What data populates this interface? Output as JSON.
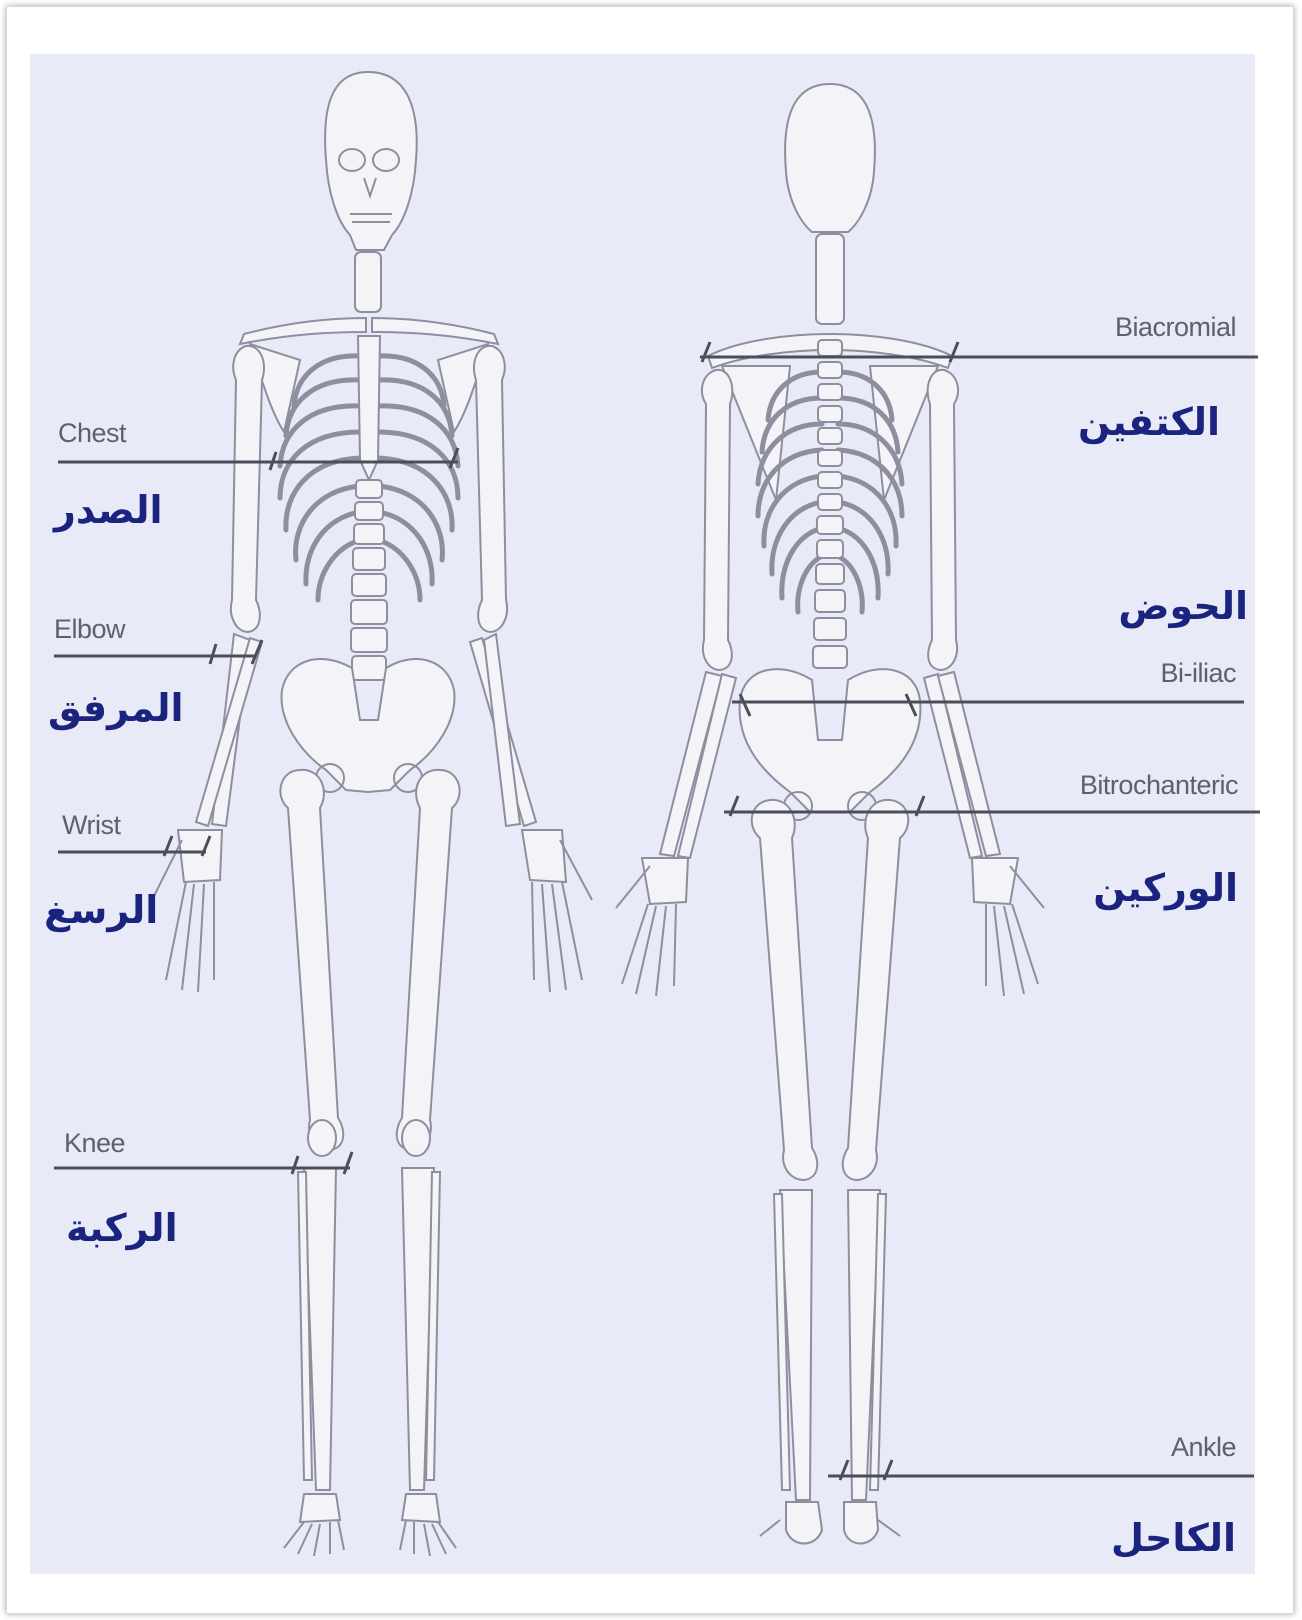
{
  "colors": {
    "panel_background": "#e9eaf8",
    "bone": "#f3f3f8",
    "bone_outline": "#8d8f9e",
    "measure_line": "#4a4d5a",
    "english_label": "#5c6070",
    "arabic_label": "#1a237e"
  },
  "labels": {
    "chest": {
      "en": "Chest",
      "ar": "الصدر"
    },
    "elbow": {
      "en": "Elbow",
      "ar": "المرفق"
    },
    "wrist": {
      "en": "Wrist",
      "ar": "الرسغ"
    },
    "knee": {
      "en": "Knee",
      "ar": "الركبة"
    },
    "biacromial": {
      "en": "Biacromial",
      "ar": "الكتفين"
    },
    "pelvis": {
      "ar": "الحوض"
    },
    "bi_iliac": {
      "en": "Bi-iliac"
    },
    "bitrochanteric": {
      "en": "Bitrochanteric",
      "ar": "الوركين"
    },
    "ankle": {
      "en": "Ankle",
      "ar": "الكاحل"
    }
  }
}
